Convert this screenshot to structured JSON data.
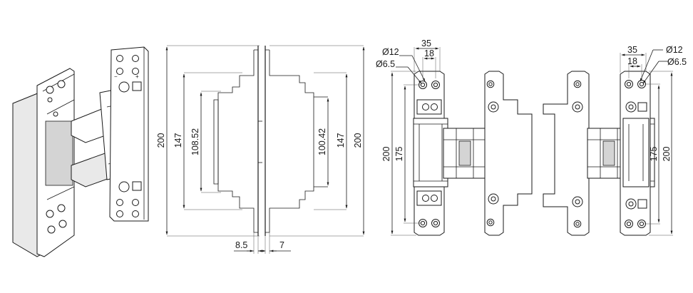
{
  "dimensions": {
    "side": {
      "overall_height": "200",
      "outer_height": "147",
      "left_body_height": "108.52",
      "right_body_height": "100.42",
      "right_outer_height": "147",
      "right_overall_height": "200",
      "left_offset": "8.5",
      "right_offset": "7"
    },
    "front_left": {
      "width": "35",
      "hole_spacing": "18",
      "large_hole_diameter": "Ø12",
      "small_hole_diameter": "Ø6.5",
      "overall_height": "200",
      "hole_height": "175"
    },
    "front_right": {
      "width": "35",
      "hole_spacing": "18",
      "large_hole_diameter": "Ø12",
      "small_hole_diameter": "Ø6.5",
      "overall_height": "200",
      "hole_height": "175"
    }
  },
  "colors": {
    "line": "#1a1a1a",
    "shade": "#e9e9e9",
    "shade_dark": "#d4d4d4"
  },
  "icons": [
    "lock-adjust-icon",
    "minus-plus-icon"
  ]
}
